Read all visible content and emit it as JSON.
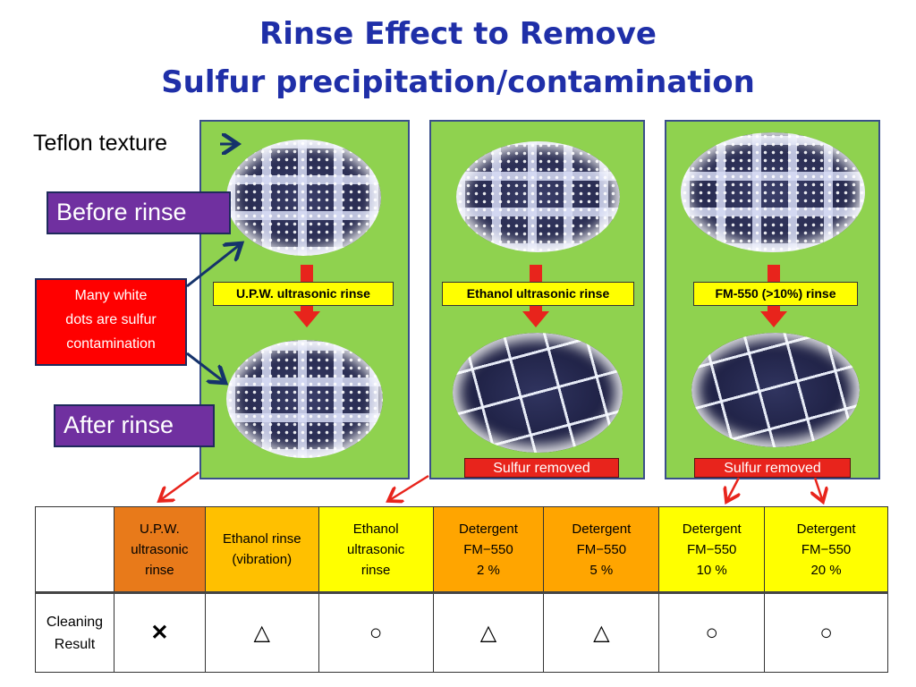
{
  "title": {
    "line1": "Rinse Effect to Remove",
    "line2": "Sulfur precipitation/contamination"
  },
  "labels": {
    "teflon": "Teflon texture",
    "before": "Before rinse",
    "after": "After rinse",
    "note": [
      "Many white",
      "dots are sulfur",
      "contamination"
    ]
  },
  "panels": [
    {
      "method": "U.P.W. ultrasonic rinse",
      "status": ""
    },
    {
      "method": "Ethanol ultrasonic rinse",
      "status": "Sulfur removed"
    },
    {
      "method": "FM-550 (>10%) rinse",
      "status": "Sulfur removed"
    }
  ],
  "table": {
    "headers": [
      "",
      [
        "U.P.W.",
        "ultrasonic",
        "rinse"
      ],
      [
        "Ethanol rinse",
        "(vibration)"
      ],
      [
        "Ethanol",
        "ultrasonic",
        "rinse"
      ],
      [
        "Detergent",
        "FM−550",
        "2 %"
      ],
      [
        "Detergent",
        "FM−550",
        "5 %"
      ],
      [
        "Detergent",
        "FM−550",
        "10 %"
      ],
      [
        "Detergent",
        "FM−550",
        "20 %"
      ]
    ],
    "row_label": [
      "Cleaning",
      "Result"
    ],
    "results": [
      "✕",
      "△",
      "○",
      "△",
      "△",
      "○",
      "○"
    ]
  },
  "colors": {
    "title": "#1f2fa8",
    "panel": "#8fd24f",
    "accent_red": "#e8241c",
    "label_purple": "#7030a0"
  }
}
